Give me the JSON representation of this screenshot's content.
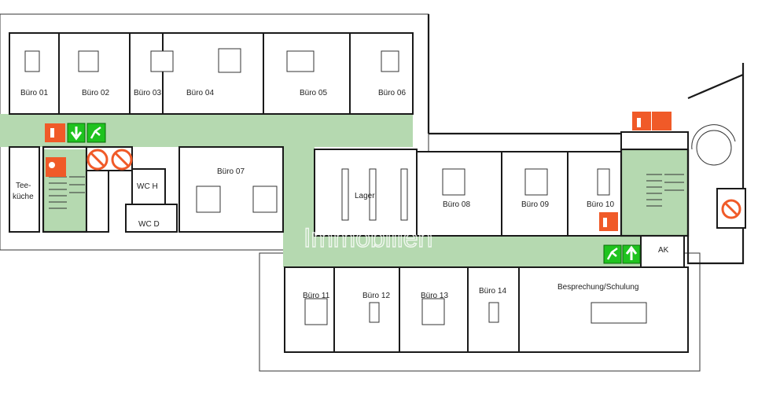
{
  "rooms": {
    "buero01": "Büro 01",
    "buero02": "Büro 02",
    "buero03": "Büro 03",
    "buero04": "Büro 04",
    "buero05": "Büro 05",
    "buero06": "Büro 06",
    "buero07": "Büro 07",
    "buero08": "Büro 08",
    "buero09": "Büro 09",
    "buero10": "Büro 10",
    "buero11": "Büro 11",
    "buero12": "Büro 12",
    "buero13": "Büro 13",
    "buero14": "Büro 14",
    "teekueche_1": "Tee-",
    "teekueche_2": "küche",
    "wc_h": "WC H",
    "wc_d": "WC D",
    "lager": "Lager",
    "ak": "AK",
    "besprechung": "Besprechung/Schulung"
  },
  "watermark": "Immobilien",
  "colors": {
    "corridor": "#b5d9b0",
    "fire_sign": "#f05a28",
    "exit_sign": "#1fc31f"
  },
  "icons": [
    "fire-extinguisher-icon",
    "emergency-exit-icon",
    "arrow-down-icon",
    "arrow-up-icon",
    "no-elevator-in-fire-icon",
    "first-aid-icon"
  ]
}
